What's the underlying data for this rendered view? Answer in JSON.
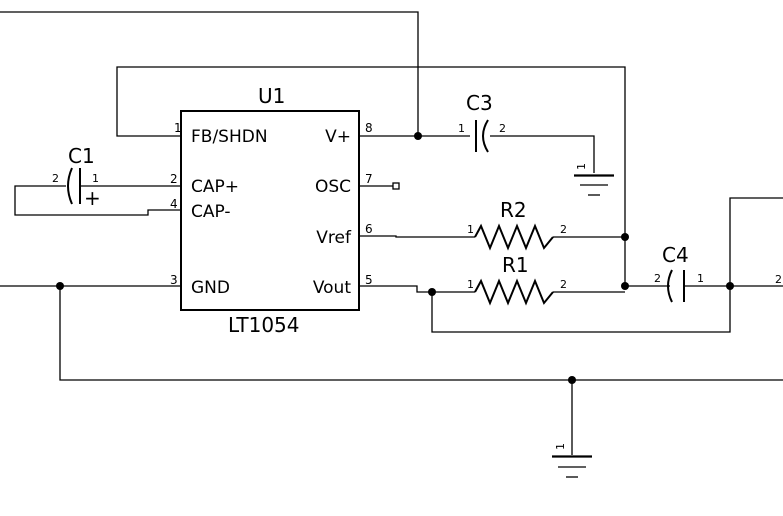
{
  "ic": {
    "ref": "U1",
    "part": "LT1054",
    "pins": {
      "fb_shdn": {
        "name": "FB/SHDN",
        "num": "1"
      },
      "cap_plus": {
        "name": "CAP+",
        "num": "2"
      },
      "gnd": {
        "name": "GND",
        "num": "3"
      },
      "cap_minus": {
        "name": "CAP-",
        "num": "4"
      },
      "vout": {
        "name": "Vout",
        "num": "5"
      },
      "vref": {
        "name": "Vref",
        "num": "6"
      },
      "osc": {
        "name": "OSC",
        "num": "7"
      },
      "vplus": {
        "name": "V+",
        "num": "8"
      }
    }
  },
  "c1": {
    "ref": "C1",
    "pin1": "1",
    "pin2": "2",
    "polarity": "+"
  },
  "c3": {
    "ref": "C3",
    "pin1": "1",
    "pin2": "2"
  },
  "c4": {
    "ref": "C4",
    "pin1": "1",
    "pin2": "2"
  },
  "r1": {
    "ref": "R1",
    "pin1": "1",
    "pin2": "2"
  },
  "r2": {
    "ref": "R2",
    "pin1": "1",
    "pin2": "2"
  },
  "gnd_c3": {
    "pin": "1"
  },
  "gnd_bottom": {
    "pin": "1"
  },
  "edge_right": {
    "pin": "2"
  },
  "colors": {
    "ink": "#000000",
    "background": "#ffffff"
  }
}
